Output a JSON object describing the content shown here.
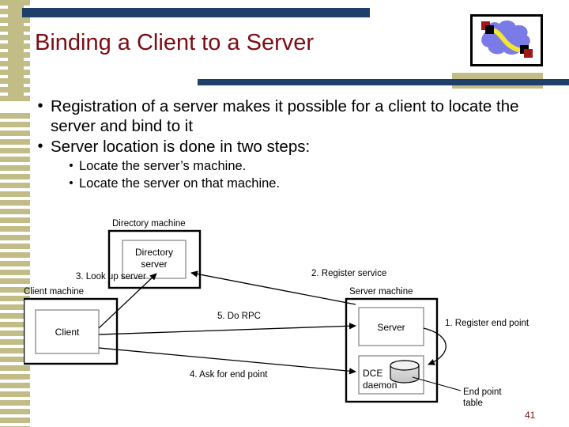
{
  "slide": {
    "title": "Binding a Client to a Server",
    "page_number": "41"
  },
  "theme": {
    "title_color": "#7b0c13",
    "rule_color": "#1f3f6b",
    "stripe_color": "#c2bc86",
    "page_number_color": "#7b0c13",
    "cloud_color": "#7b7be8",
    "link_color": "#f2e732",
    "node_color": "#a01818"
  },
  "logo": {
    "icon": "network-cloud-icon",
    "description": "Blue cloud with yellow link between two red network nodes"
  },
  "bullets": [
    {
      "marker": "•",
      "text": "Registration of a server makes it possible for a client to locate the server and bind to it",
      "sub": []
    },
    {
      "marker": "•",
      "text": "Server location is done in two steps:",
      "sub": [
        {
          "marker": "•",
          "text": "Locate the server’s machine."
        },
        {
          "marker": "•",
          "text": "Locate the server on that machine."
        }
      ]
    }
  ],
  "diagram": {
    "machines": [
      {
        "id": "client-machine",
        "label": "Client machine",
        "inner": [
          "Client"
        ]
      },
      {
        "id": "directory-machine",
        "label": "Directory machine",
        "inner": [
          "Directory server"
        ]
      },
      {
        "id": "server-machine",
        "label": "Server machine",
        "inner": [
          "Server",
          "DCE daemon"
        ]
      }
    ],
    "inner_boxes": {
      "client": "Client",
      "directory_server_line1": "Directory",
      "directory_server_line2": "server",
      "server": "Server",
      "dce_line1": "DCE",
      "dce_line2": "daemon"
    },
    "steps": [
      {
        "number": "1",
        "label": "1. Register end point"
      },
      {
        "number": "2",
        "label": "2. Register service"
      },
      {
        "number": "3",
        "label": "3. Look up server"
      },
      {
        "number": "4",
        "label": "4. Ask for end point"
      },
      {
        "number": "5",
        "label": "5. Do RPC"
      }
    ],
    "annotations": [
      {
        "id": "end-point-table",
        "line1": "End point",
        "line2": "table"
      }
    ]
  }
}
